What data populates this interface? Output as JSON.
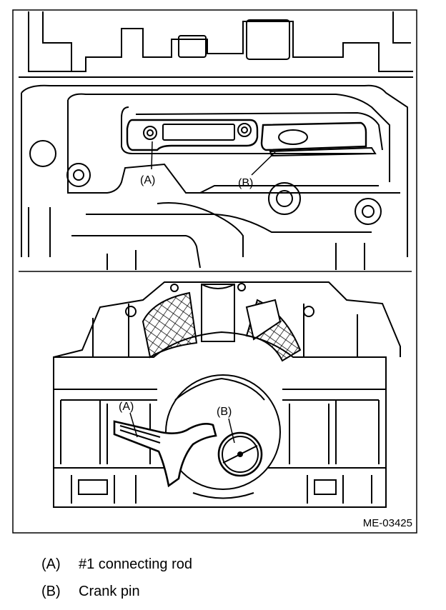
{
  "figure": {
    "code": "ME-03425",
    "top_panel": {
      "callouts": [
        {
          "key": "a",
          "label": "(A)"
        },
        {
          "key": "b",
          "label": "(B)"
        }
      ]
    },
    "bottom_panel": {
      "callouts": [
        {
          "key": "a",
          "label": "(A)"
        },
        {
          "key": "b",
          "label": "(B)"
        }
      ]
    }
  },
  "legend": [
    {
      "key": "(A)",
      "text": "#1 connecting rod"
    },
    {
      "key": "(B)",
      "text": "Crank pin"
    }
  ]
}
